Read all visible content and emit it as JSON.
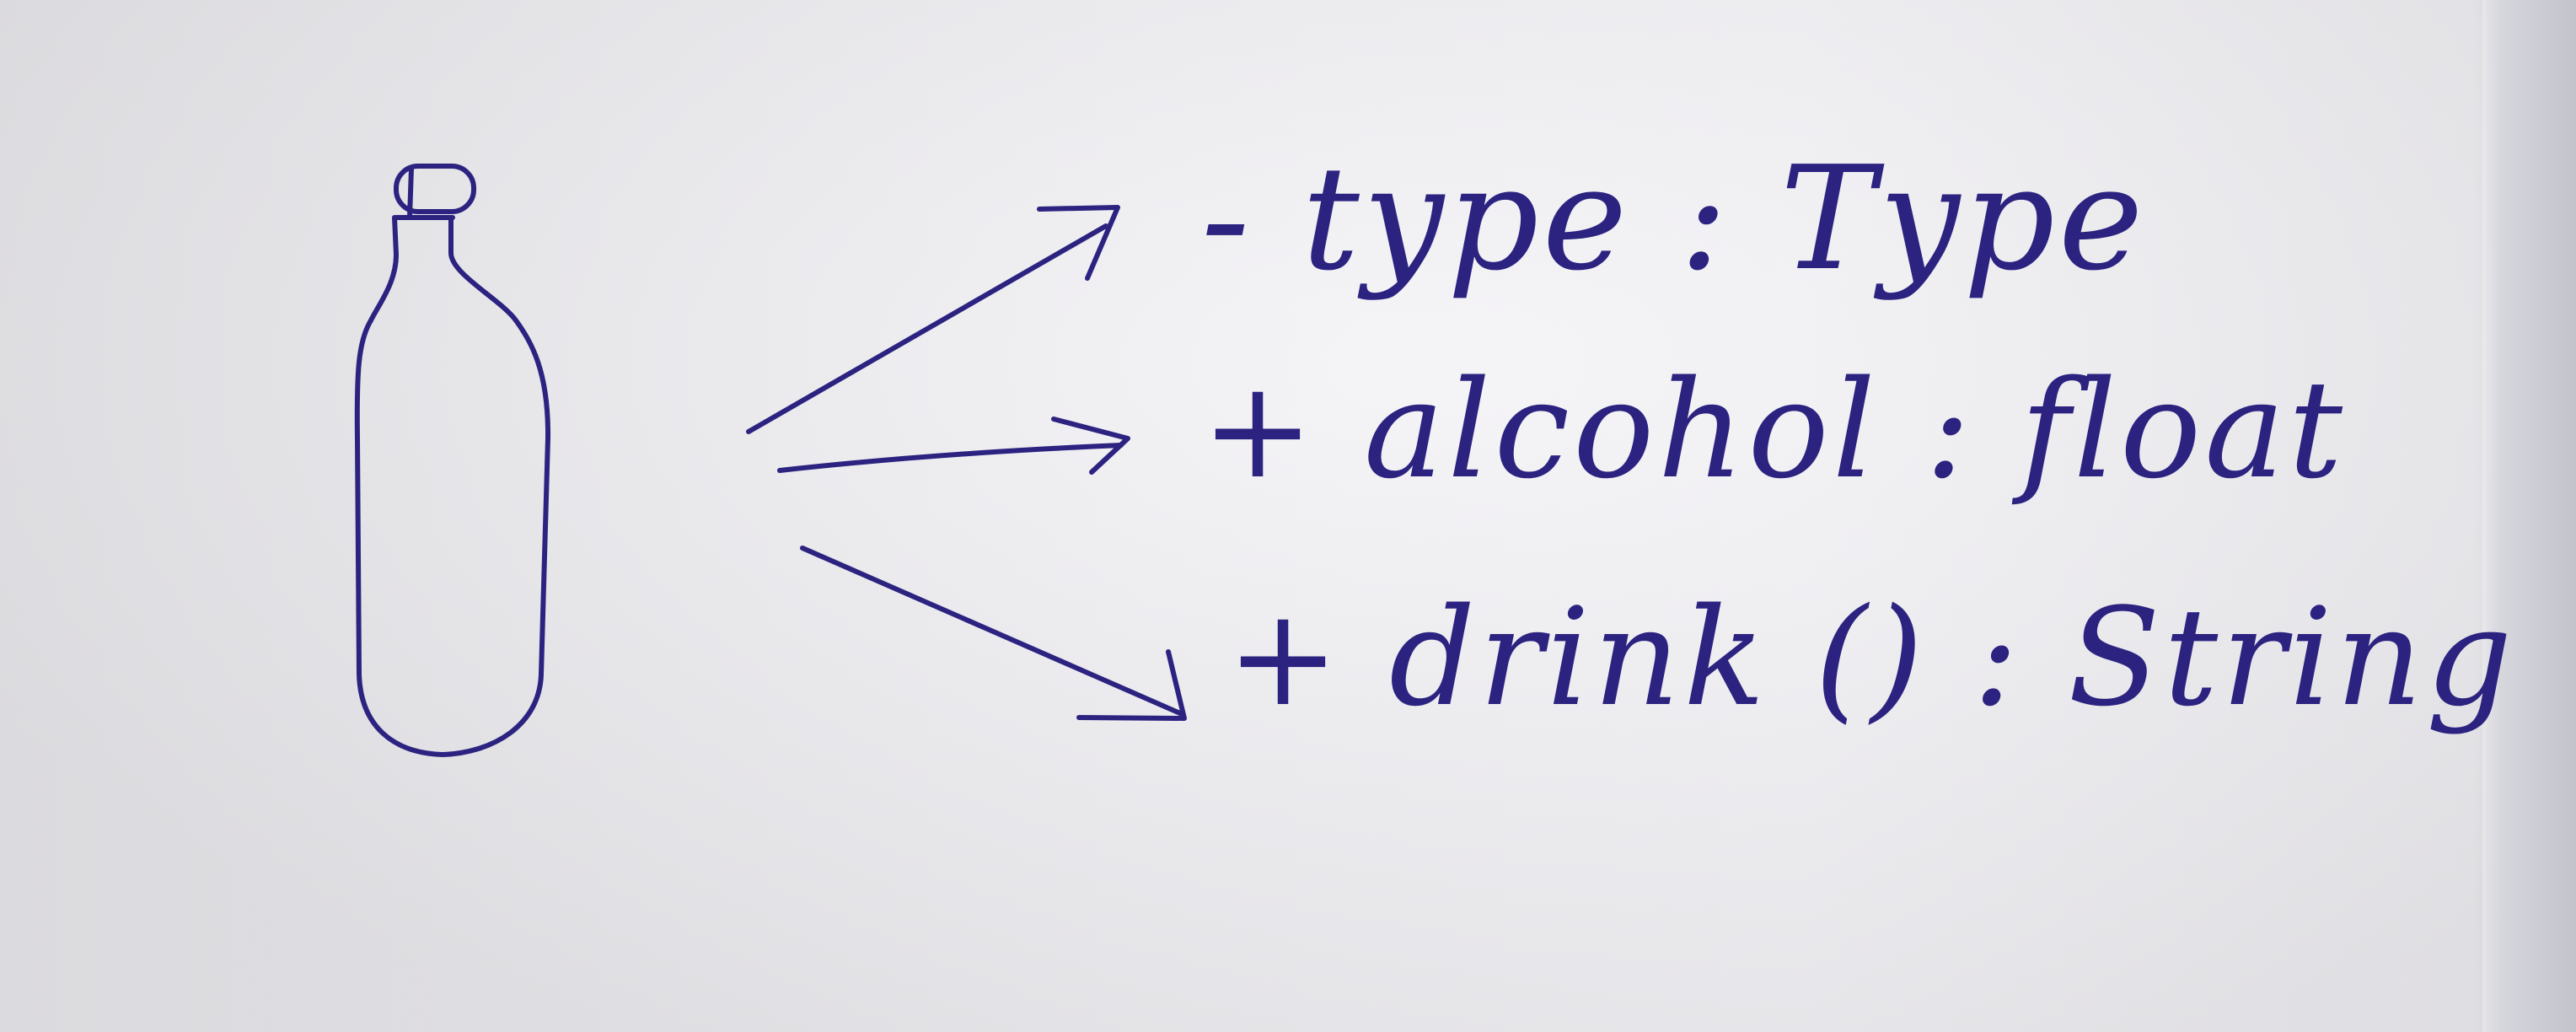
{
  "class_attributes": [
    {
      "visibility": "-",
      "name": "type",
      "data_type": "Type"
    },
    {
      "visibility": "+",
      "name": "alcohol",
      "data_type": "float"
    }
  ],
  "class_methods": [
    {
      "visibility": "+",
      "name": "drink",
      "params": "()",
      "return_type": "String"
    }
  ],
  "separator": ":",
  "icon": "bottle-icon",
  "colors": {
    "ink": "#2c2381",
    "paper": "#eeedf1"
  }
}
